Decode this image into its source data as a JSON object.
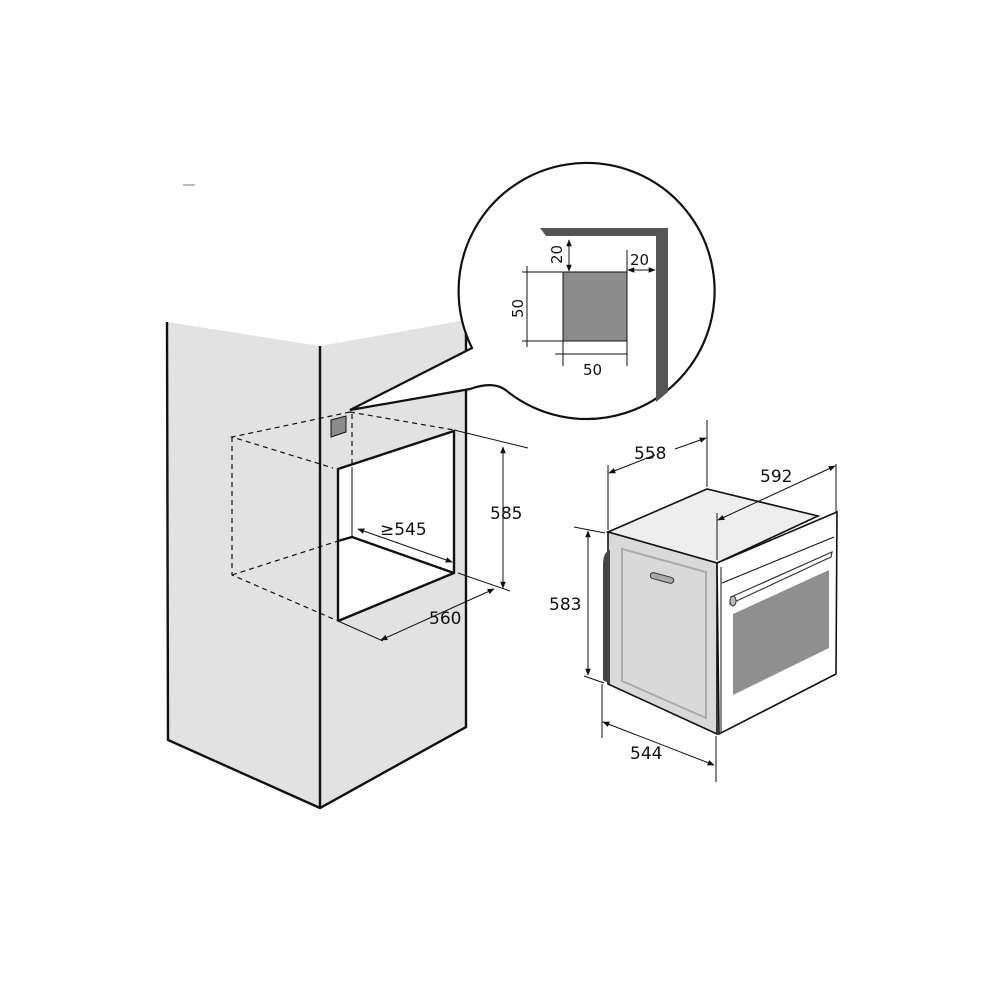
{
  "colors": {
    "cabinet": "#e2e2e2",
    "vent": "#8c8c8c",
    "bracket": "#555555",
    "oven_side": "#d9d9d9",
    "oven_window": "#8f8f8f",
    "line": "#111111"
  },
  "cabinet": {
    "niche_height": "585",
    "niche_depth": "≥545",
    "niche_width": "560"
  },
  "detail": {
    "vent_top_offset": "20",
    "vent_side_offset": "20",
    "vent_height": "50",
    "vent_width": "50"
  },
  "oven": {
    "depth_body": "558",
    "width_front": "592",
    "height_body": "583",
    "width_body": "544"
  }
}
